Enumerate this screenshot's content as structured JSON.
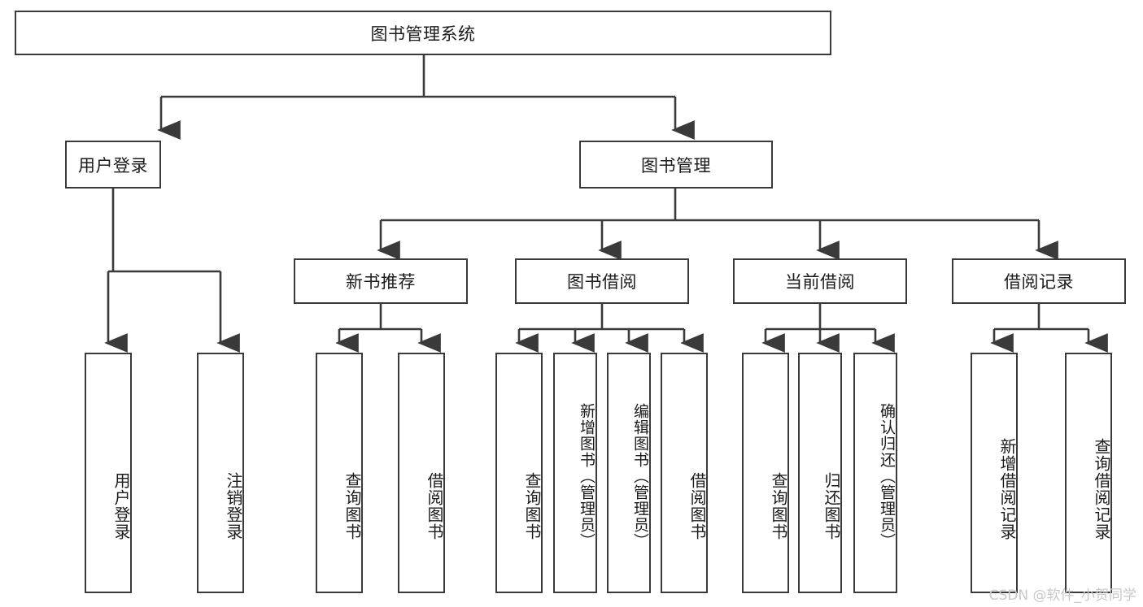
{
  "diagram": {
    "type": "tree",
    "title": "图书管理系统",
    "root": {
      "id": "root",
      "label": "图书管理系统"
    },
    "level1": [
      {
        "id": "user-login",
        "label": "用户登录"
      },
      {
        "id": "book-management",
        "label": "图书管理"
      }
    ],
    "level2": [
      {
        "id": "new-book-recommend",
        "label": "新书推荐",
        "parent": "book-management"
      },
      {
        "id": "book-borrow",
        "label": "图书借阅",
        "parent": "book-management"
      },
      {
        "id": "current-borrow",
        "label": "当前借阅",
        "parent": "book-management"
      },
      {
        "id": "borrow-record",
        "label": "借阅记录",
        "parent": "book-management"
      }
    ],
    "leaves": [
      {
        "id": "leaf-user-login",
        "label": "用户登录",
        "parent": "user-login"
      },
      {
        "id": "leaf-logout",
        "label": "注销登录",
        "parent": "user-login"
      },
      {
        "id": "leaf-query-book-1",
        "label": "查询图书",
        "parent": "new-book-recommend"
      },
      {
        "id": "leaf-borrow-book-1",
        "label": "借阅图书",
        "parent": "new-book-recommend"
      },
      {
        "id": "leaf-query-book-2",
        "label": "查询图书",
        "parent": "book-borrow"
      },
      {
        "id": "leaf-add-book",
        "label": "新增图书（管理员）",
        "parent": "book-borrow"
      },
      {
        "id": "leaf-edit-book",
        "label": "编辑图书（管理员）",
        "parent": "book-borrow"
      },
      {
        "id": "leaf-borrow-book-2",
        "label": "借阅图书",
        "parent": "book-borrow"
      },
      {
        "id": "leaf-query-book-3",
        "label": "查询图书",
        "parent": "current-borrow"
      },
      {
        "id": "leaf-return-book",
        "label": "归还图书",
        "parent": "current-borrow"
      },
      {
        "id": "leaf-confirm-return",
        "label": "确认归还（管理员）",
        "parent": "current-borrow"
      },
      {
        "id": "leaf-add-record",
        "label": "新增借阅记录",
        "parent": "borrow-record"
      },
      {
        "id": "leaf-query-record",
        "label": "查询借阅记录",
        "parent": "borrow-record"
      }
    ],
    "colors": {
      "box_border": "#3a3a3a",
      "box_fill": "#ffffff",
      "connector": "#3a3a3a",
      "text": "#1b1b1b",
      "watermark": "#c8c8c8"
    }
  },
  "watermark": {
    "text": "CSDN @软件_小贺同学"
  }
}
